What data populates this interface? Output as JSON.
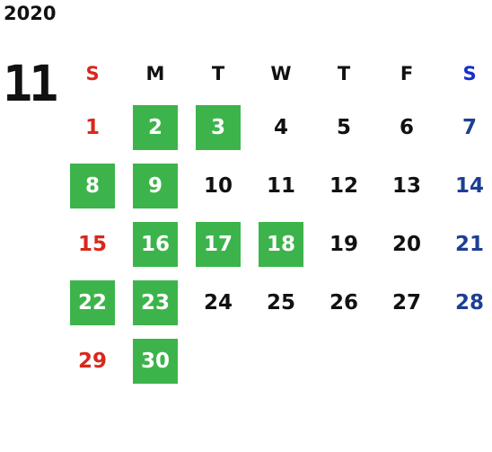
{
  "calendar": {
    "year": "2020",
    "month": "11",
    "weekdays": [
      "S",
      "M",
      "T",
      "W",
      "T",
      "F",
      "S"
    ],
    "colors": {
      "sunday_text": "#d8281c",
      "saturday_header": "#1530c8",
      "saturday_text": "#1c3f94",
      "highlight_bg": "#3cb44b",
      "highlight_text": "#ffffff"
    },
    "weeks": [
      [
        {
          "day": "1",
          "highlight": false
        },
        {
          "day": "2",
          "highlight": true
        },
        {
          "day": "3",
          "highlight": true
        },
        {
          "day": "4",
          "highlight": false
        },
        {
          "day": "5",
          "highlight": false
        },
        {
          "day": "6",
          "highlight": false
        },
        {
          "day": "7",
          "highlight": false
        }
      ],
      [
        {
          "day": "8",
          "highlight": true
        },
        {
          "day": "9",
          "highlight": true
        },
        {
          "day": "10",
          "highlight": false
        },
        {
          "day": "11",
          "highlight": false
        },
        {
          "day": "12",
          "highlight": false
        },
        {
          "day": "13",
          "highlight": false
        },
        {
          "day": "14",
          "highlight": false
        }
      ],
      [
        {
          "day": "15",
          "highlight": false
        },
        {
          "day": "16",
          "highlight": true
        },
        {
          "day": "17",
          "highlight": true
        },
        {
          "day": "18",
          "highlight": true
        },
        {
          "day": "19",
          "highlight": false
        },
        {
          "day": "20",
          "highlight": false
        },
        {
          "day": "21",
          "highlight": false
        }
      ],
      [
        {
          "day": "22",
          "highlight": true
        },
        {
          "day": "23",
          "highlight": true
        },
        {
          "day": "24",
          "highlight": false
        },
        {
          "day": "25",
          "highlight": false
        },
        {
          "day": "26",
          "highlight": false
        },
        {
          "day": "27",
          "highlight": false
        },
        {
          "day": "28",
          "highlight": false
        }
      ],
      [
        {
          "day": "29",
          "highlight": false
        },
        {
          "day": "30",
          "highlight": true
        },
        {
          "day": "",
          "highlight": false
        },
        {
          "day": "",
          "highlight": false
        },
        {
          "day": "",
          "highlight": false
        },
        {
          "day": "",
          "highlight": false
        },
        {
          "day": "",
          "highlight": false
        }
      ]
    ]
  }
}
